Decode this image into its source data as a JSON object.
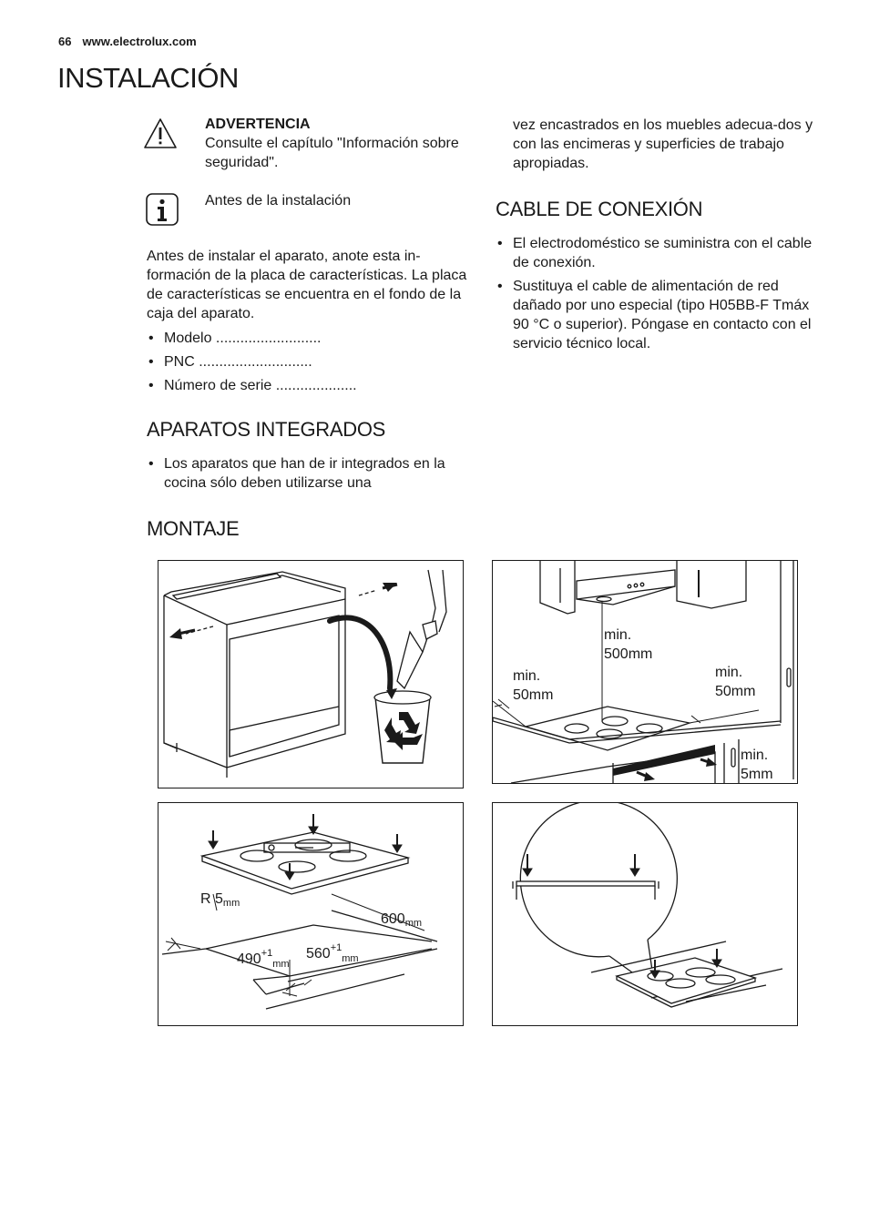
{
  "header": {
    "page_number": "66",
    "website": "www.electrolux.com"
  },
  "title": "INSTALACIÓN",
  "warning": {
    "heading": "ADVERTENCIA",
    "text": "Consulte el capítulo \"Información sobre seguridad\"."
  },
  "info_note": "Antes de la instalación",
  "intro_paragraph": "Antes de instalar el aparato, anote esta in-formación de la placa de características. La placa de características se encuentra en el fondo de la caja del aparato.",
  "intro_items": [
    "Modelo ..........................",
    "PNC ............................",
    "Número de serie ...................."
  ],
  "integrated": {
    "heading": "APARATOS INTEGRADOS",
    "item": "Los aparatos que han de ir integrados en la cocina sólo deben utilizarse una",
    "continuation": "vez encastrados en los muebles adecua-dos y con las encimeras y superficies de trabajo apropiadas."
  },
  "cable": {
    "heading": "CABLE DE CONEXIÓN",
    "items": [
      "El electrodoméstico se suministra con el cable de conexión.",
      "Sustituya el cable de alimentación de red dañado por uno especial (tipo H05BB-F Tmáx 90 °C o superior). Póngase en contacto con el servicio técnico local."
    ]
  },
  "montaje": {
    "heading": "MONTAJE"
  },
  "figure2": {
    "min_label": "min.",
    "top_clearance": "500mm",
    "left_clearance": "50mm",
    "right_clearance": "50mm",
    "bottom_clearance": "5mm"
  },
  "figure3": {
    "radius": "R 5",
    "depth": "490",
    "width": "560",
    "total": "600",
    "tolerance": "+1",
    "unit": "mm"
  }
}
